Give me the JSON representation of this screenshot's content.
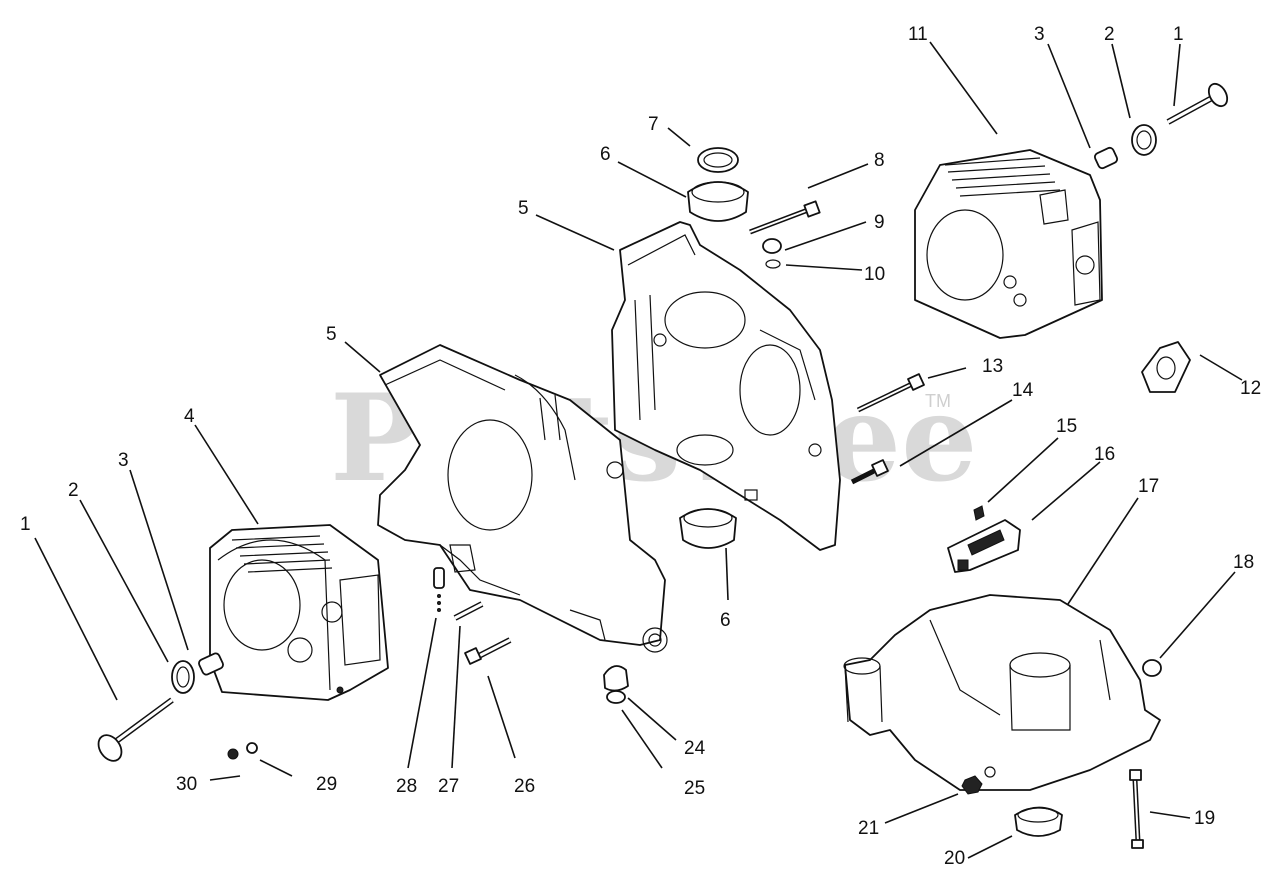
{
  "watermark": {
    "text": "PartsTree",
    "trademark": "TM"
  },
  "labels": {
    "l1a": "1",
    "l2a": "2",
    "l3a": "3",
    "l4": "4",
    "l5a": "5",
    "l5b": "5",
    "l6a": "6",
    "l6b": "6",
    "l7": "7",
    "l8": "8",
    "l9": "9",
    "l10": "10",
    "l11": "11",
    "l3b": "3",
    "l2b": "2",
    "l1b": "1",
    "l12": "12",
    "l13": "13",
    "l14": "14",
    "l15": "15",
    "l16": "16",
    "l17": "17",
    "l18": "18",
    "l19": "19",
    "l20": "20",
    "l21": "21",
    "l24": "24",
    "l25": "25",
    "l26": "26",
    "l27": "27",
    "l28": "28",
    "l29": "29",
    "l30": "30"
  }
}
